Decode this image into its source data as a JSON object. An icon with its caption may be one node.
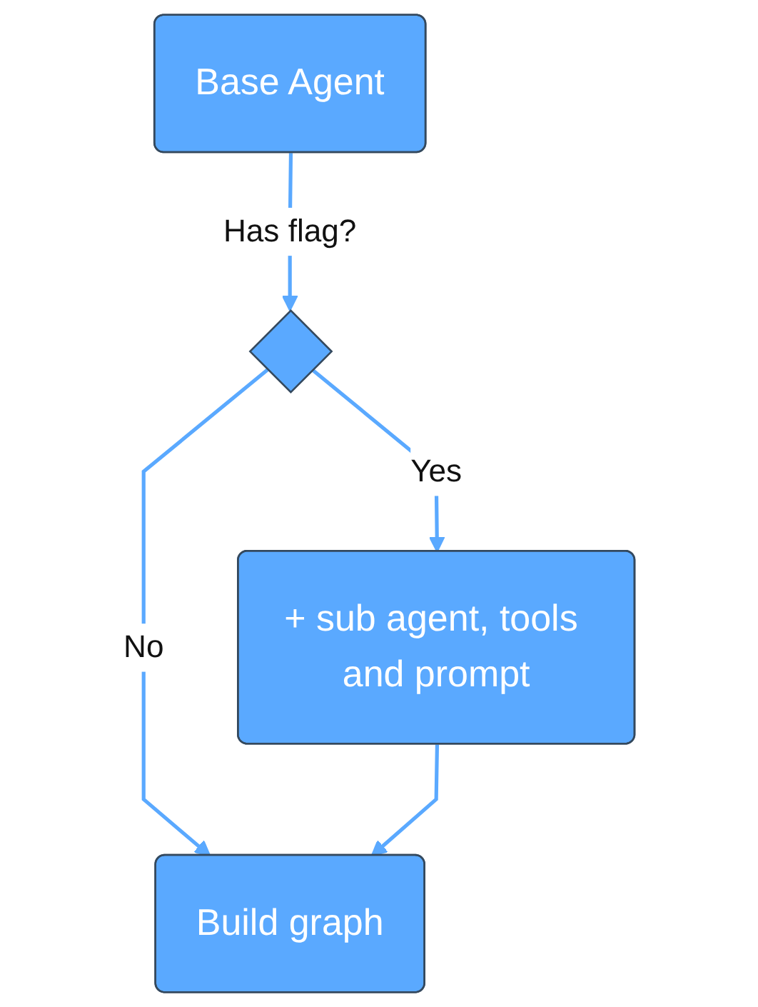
{
  "diagram": {
    "nodes": [
      {
        "text": [
          "Base Agent"
        ]
      },
      {
        "text": [],
        "shape": "diamond"
      },
      {
        "text": [
          "+ sub agent, tools and prompt"
        ]
      },
      {
        "text": [
          "Build graph"
        ]
      }
    ],
    "edges": [
      {
        "from": 0,
        "to": 1,
        "arrow": "to",
        "label": "Has flag?"
      },
      {
        "from": 1,
        "to": 2,
        "arrow": "to",
        "label": "Yes"
      },
      {
        "from": 1,
        "to": 3,
        "arrow": "to",
        "label": "No"
      },
      {
        "from": 2,
        "to": 3,
        "arrow": "to"
      }
    ]
  }
}
